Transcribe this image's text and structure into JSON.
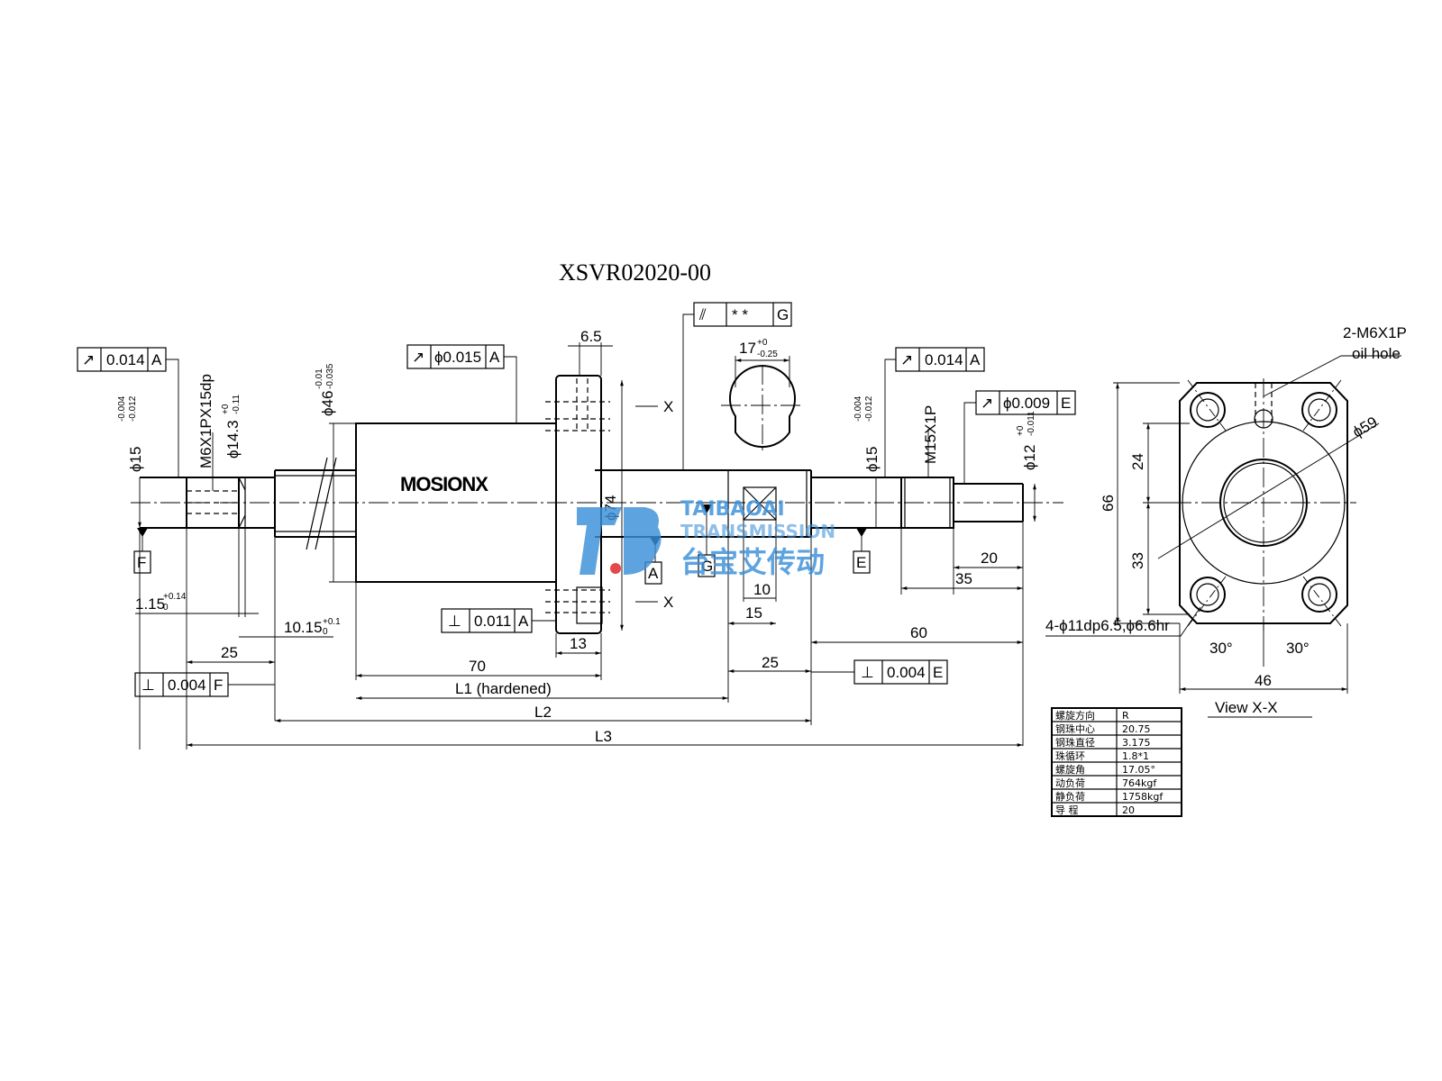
{
  "title": "XSVR02020-00",
  "view_label": "View  X-X",
  "brand_logo": "MOSIONX",
  "watermark": {
    "logo": "TB",
    "line1": "TAIBAOAI",
    "line2": "TRANSMISSION",
    "cn": "台宝艾传动",
    "colors": {
      "blue": "#3a8fd8",
      "red": "#e02020"
    }
  },
  "fcf": [
    {
      "id": "left-runout",
      "sym": "↗",
      "val": "0.014",
      "ref": "A"
    },
    {
      "id": "nut-runout",
      "sym": "↗",
      "val": "ϕ0.015",
      "ref": "A"
    },
    {
      "id": "flat-tol",
      "sym": "⫽",
      "val": "*    *",
      "ref": "G"
    },
    {
      "id": "right-runout",
      "sym": "↗",
      "val": "0.014",
      "ref": "A"
    },
    {
      "id": "end-runout",
      "sym": "↗",
      "val": "ϕ0.009",
      "ref": "E"
    },
    {
      "id": "flange-perp",
      "sym": "⊥",
      "val": "0.011",
      "ref": "A"
    },
    {
      "id": "step-perp-left",
      "sym": "⊥",
      "val": "0.004",
      "ref": "F"
    },
    {
      "id": "step-perp-right",
      "sym": "⊥",
      "val": "0.004",
      "ref": "E"
    }
  ],
  "datums": {
    "F": "F",
    "A": "A",
    "G": "G",
    "E": "E"
  },
  "labels": {
    "d15_left_main": "ϕ15",
    "d15_left_tol_up": "-0.004",
    "d15_left_tol_dn": "-0.012",
    "thread_left": "M6X1PX15dp",
    "d143_main": "ϕ14.3",
    "d143_tol_up": "+0",
    "d143_tol_dn": "-0.11",
    "d46_main": "ϕ46",
    "d46_tol_up": "-0.01",
    "d46_tol_dn": "-0.035",
    "flange_w": "6.5",
    "x_mark": "X",
    "flat_main": "17",
    "flat_tol_up": "+0",
    "flat_tol_dn": "-0.25",
    "d74": "ϕ74",
    "d15_right_main": "ϕ15",
    "d15_right_tol_up": "-0.004",
    "d15_right_tol_dn": "-0.012",
    "thread_right": "M15X1P",
    "d12_main": "ϕ12",
    "d12_tol_up": "+0",
    "d12_tol_dn": "-0.011",
    "groove_main": "1.15",
    "groove_tol_up": "+0.14",
    "groove_tol_dn": "0",
    "groove2_main": "10.15",
    "groove2_tol_up": "+0.1",
    "groove2_tol_dn": "0",
    "dim_25_left": "25",
    "dim_70": "70",
    "dim_13": "13",
    "dim_10": "10",
    "dim_15": "15",
    "dim_25_right": "25",
    "dim_60": "60",
    "dim_20": "20",
    "dim_35": "35",
    "L1": "L1 (hardened)",
    "L2": "L2",
    "L3": "L3",
    "oil_hole_1": "2-M6X1P",
    "oil_hole_2": "oil hole",
    "d59": "ϕ59",
    "dim_66": "66",
    "dim_24": "24",
    "dim_33": "33",
    "holes": "4-ϕ11dp6.5,ϕ6.6hr",
    "ang_left": "30°",
    "ang_right": "30°",
    "dim_46": "46"
  },
  "spec_table": [
    {
      "k": "螺旋方向",
      "v": "R"
    },
    {
      "k": "钢珠中心",
      "v": "20.75"
    },
    {
      "k": "钢珠直径",
      "v": "3.175"
    },
    {
      "k": "珠循环",
      "v": "1.8*1"
    },
    {
      "k": "螺旋角",
      "v": "17.05°"
    },
    {
      "k": "动负荷",
      "v": "764kgf"
    },
    {
      "k": "静负荷",
      "v": "1758kgf"
    },
    {
      "k": "导  程",
      "v": "20"
    }
  ]
}
